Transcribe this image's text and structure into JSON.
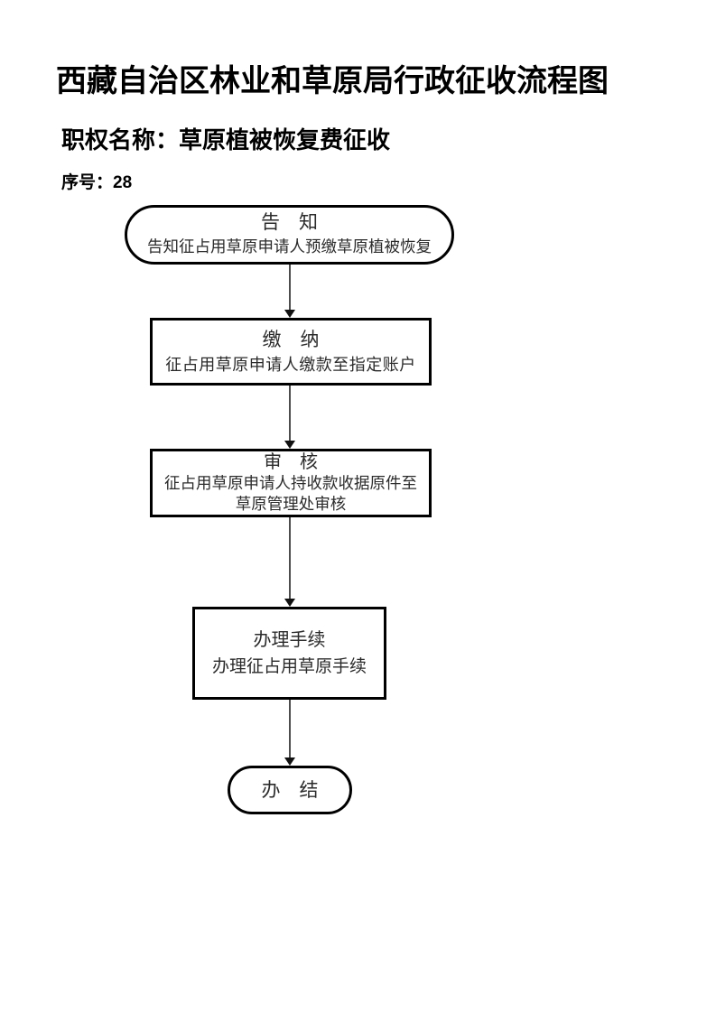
{
  "page": {
    "title": "西藏自治区林业和草原局行政征收流程图",
    "authority_label": "职权名称：草原植被恢复费征收",
    "serial_label": "序号：28"
  },
  "flowchart": {
    "nodes": [
      {
        "id": "start",
        "shape": "stadium",
        "title": "告　知",
        "lines": [
          "告知征占用草原申请人预缴草原植被恢复"
        ]
      },
      {
        "id": "pay",
        "shape": "rect",
        "title": "缴　纳",
        "lines": [
          "征占用草原申请人缴款至指定账户"
        ]
      },
      {
        "id": "review",
        "shape": "rect",
        "title": "审　核",
        "lines": [
          "征占用草原申请人持收款收据原件至",
          "草原管理处审核"
        ]
      },
      {
        "id": "procedure",
        "shape": "rect",
        "title": "办理手续",
        "lines": [
          "办理征占用草原手续"
        ]
      },
      {
        "id": "end",
        "shape": "stadium",
        "title": "办　结",
        "lines": []
      }
    ],
    "connections": [
      {
        "from": "start",
        "to": "pay"
      },
      {
        "from": "pay",
        "to": "review"
      },
      {
        "from": "review",
        "to": "procedure"
      },
      {
        "from": "procedure",
        "to": "end"
      }
    ]
  },
  "colors": {
    "ink": "#000000",
    "node_text": "#2b2b2b",
    "arrow": "#4d4d4d",
    "background": "#ffffff"
  }
}
